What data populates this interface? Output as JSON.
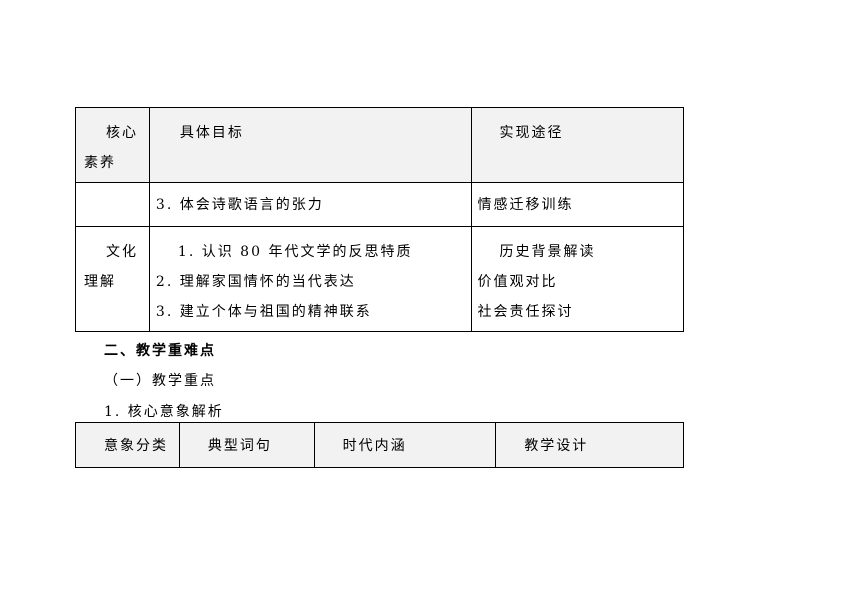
{
  "table1": {
    "header": {
      "col1": [
        "核心",
        "素养"
      ],
      "col2": "具体目标",
      "col3": "实现途径"
    },
    "row1": {
      "col1": "",
      "col2": "3. 体会诗歌语言的张力",
      "col3": "情感迁移训练"
    },
    "row2": {
      "col1": [
        "文化",
        "理解"
      ],
      "col2": [
        "1. 认识 80 年代文学的反思特质",
        "2. 理解家国情怀的当代表达",
        "3. 建立个体与祖国的精神联系"
      ],
      "col3": [
        "历史背景解读",
        "价值观对比",
        "社会责任探讨"
      ]
    }
  },
  "section_heading": "二、教学重难点",
  "subsection_heading": "（一）教学重点",
  "item_heading": "1. 核心意象解析",
  "table2": {
    "headers": [
      "意象分类",
      "典型词句",
      "时代内涵",
      "教学设计"
    ]
  }
}
